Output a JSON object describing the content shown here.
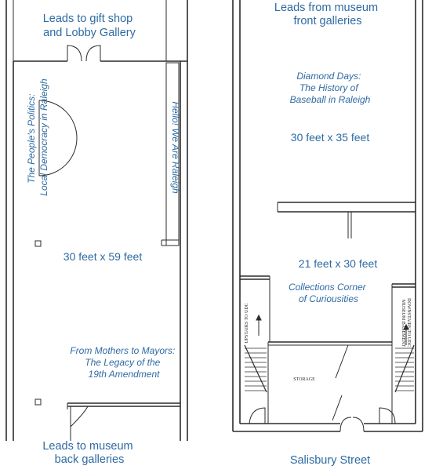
{
  "left_room": {
    "top_exit": [
      "Leads to gift shop",
      "and Lobby Gallery"
    ],
    "exhibit_politics": [
      "The People's Politics:",
      "Local Democracy in Raleigh"
    ],
    "exhibit_hello": "Hello! We Are Raleigh",
    "dimensions": "30 feet x 59 feet",
    "exhibit_mothers": [
      "From Mothers to Mayors:",
      "The Legacy of the",
      "19th Amendment"
    ],
    "bottom_exit": [
      "Leads to museum",
      "back galleries"
    ]
  },
  "right_room": {
    "top_exit": [
      "Leads from museum",
      "front galleries"
    ],
    "exhibit_diamond": [
      "Diamond Days:",
      "The History of",
      "Baseball in Raleigh"
    ],
    "dimensions_upper": "30 feet x 35 feet",
    "dimensions_lower": "21 feet x 30 feet",
    "exhibit_collections": [
      "Collections Corner",
      "of Curiousities"
    ],
    "stairs_left": "UPSTAIRS TO UDC",
    "stairs_right": [
      "DOWNSTAIRS TO UDC",
      "MUSEUM BASEMENT"
    ],
    "storage": "STORAGE",
    "street": "Salisbury Street"
  }
}
